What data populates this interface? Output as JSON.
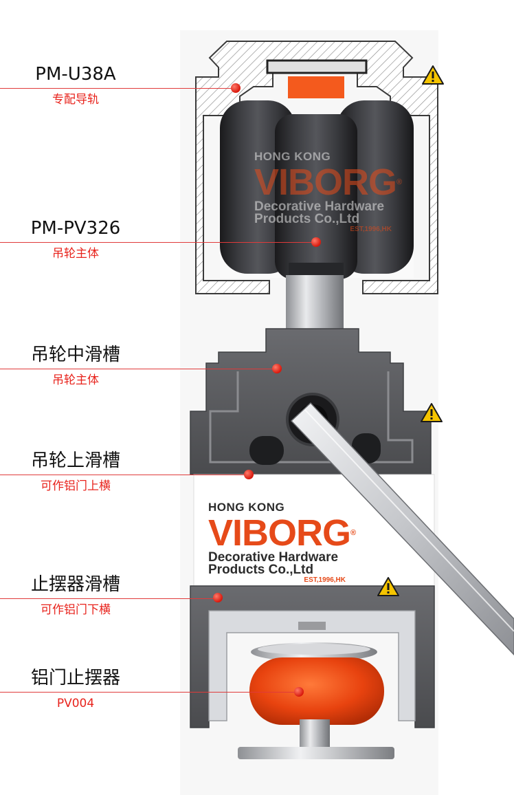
{
  "callouts": [
    {
      "name": "PM-U38A",
      "sub": "专配导轨"
    },
    {
      "name": "PM-PV326",
      "sub": "吊轮主体"
    },
    {
      "name": "吊轮中滑槽",
      "sub": "吊轮主体"
    },
    {
      "name": "吊轮上滑槽",
      "sub": "可作铝门上横"
    },
    {
      "name": "止摆器滑槽",
      "sub": "可作铝门下横"
    },
    {
      "name": "铝门止摆器",
      "sub": "PV004"
    }
  ],
  "brand": {
    "line1": "HONG KONG",
    "logo": "VIBORG",
    "reg": "®",
    "line2": "Decorative Hardware",
    "line3": "Products Co.,Ltd",
    "est": "EST,1996,HK"
  },
  "icons": {
    "warning": "warning-icon"
  },
  "colors": {
    "accent": "#e8231c",
    "logo": "#e64a19",
    "profile": "#545558",
    "rubber": "#ea4a14"
  }
}
